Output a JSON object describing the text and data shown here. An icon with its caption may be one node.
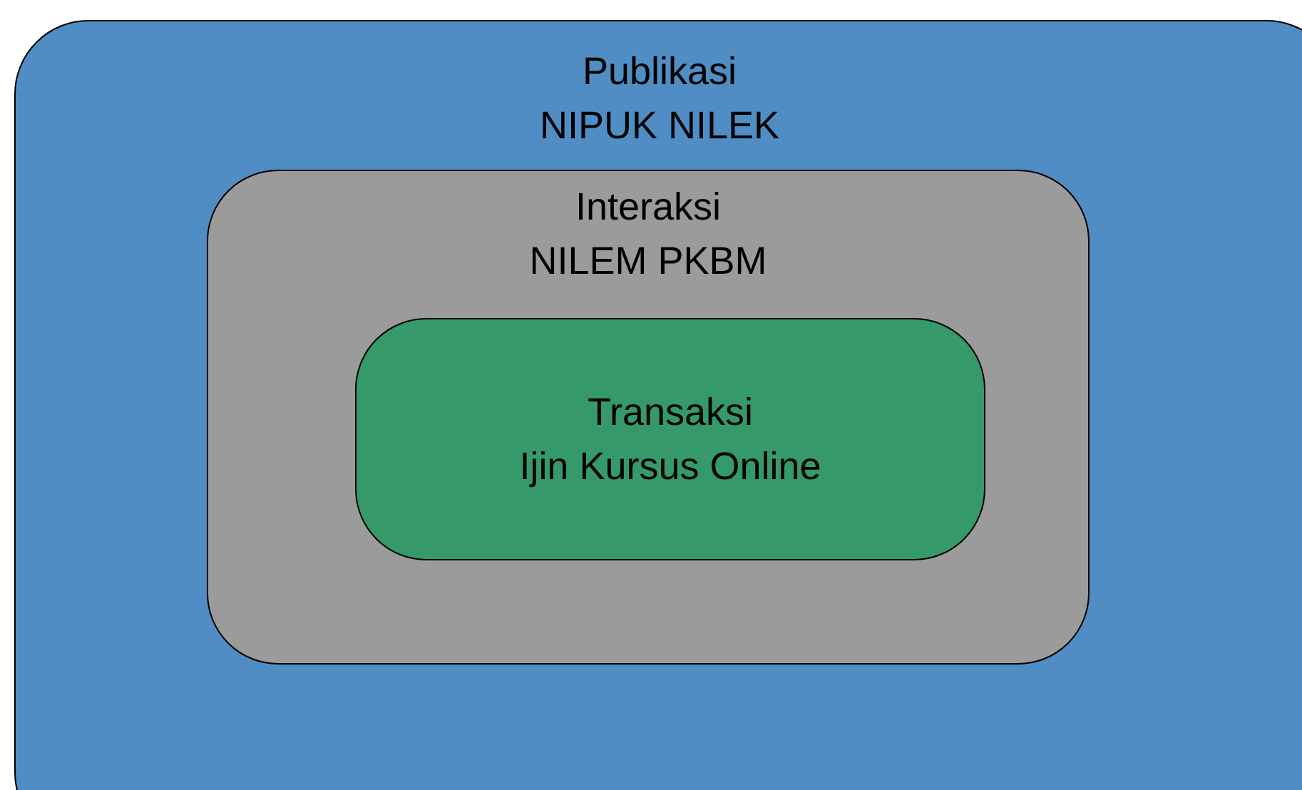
{
  "diagram": {
    "nodes": [
      {
        "text": [
          "Publikasi",
          "NIPUK NILEK"
        ]
      },
      {
        "text": [
          "Interaksi",
          "NILEM PKBM"
        ],
        "in": 0
      },
      {
        "text": [
          "Transaksi",
          "Ijin Kursus Online"
        ],
        "in": 1
      }
    ]
  }
}
